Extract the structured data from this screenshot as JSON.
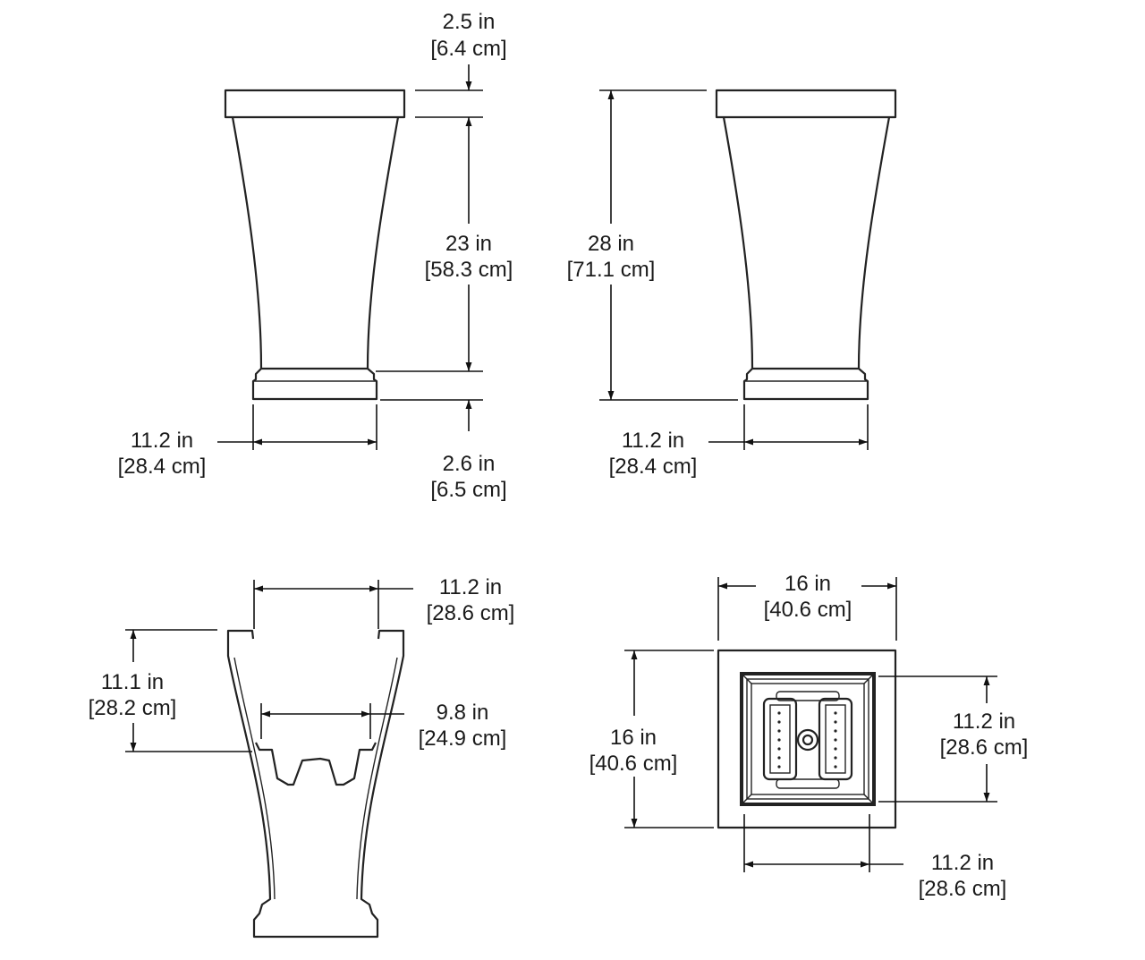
{
  "views": {
    "front_left": {
      "rim_height": {
        "in": "2.5 in",
        "cm": "[6.4 cm]"
      },
      "body_height": {
        "in": "23 in",
        "cm": "[58.3 cm]"
      },
      "base_height": {
        "in": "2.6 in",
        "cm": "[6.5 cm]"
      },
      "base_width": {
        "in": "11.2 in",
        "cm": "[28.4 cm]"
      }
    },
    "front_right": {
      "total_height": {
        "in": "28 in",
        "cm": "[71.1 cm]"
      },
      "base_width": {
        "in": "11.2 in",
        "cm": "[28.4 cm]"
      }
    },
    "section": {
      "inner_top_width": {
        "in": "11.2 in",
        "cm": "[28.6 cm]"
      },
      "reservoir_depth": {
        "in": "11.1 in",
        "cm": "[28.2 cm]"
      },
      "tray_width": {
        "in": "9.8 in",
        "cm": "[24.9 cm]"
      }
    },
    "top": {
      "outer_width": {
        "in": "16 in",
        "cm": "[40.6 cm]"
      },
      "outer_depth": {
        "in": "16 in",
        "cm": "[40.6 cm]"
      },
      "inner_depth": {
        "in": "11.2 in",
        "cm": "[28.6 cm]"
      },
      "inner_width": {
        "in": "11.2 in",
        "cm": "[28.6 cm]"
      }
    }
  }
}
